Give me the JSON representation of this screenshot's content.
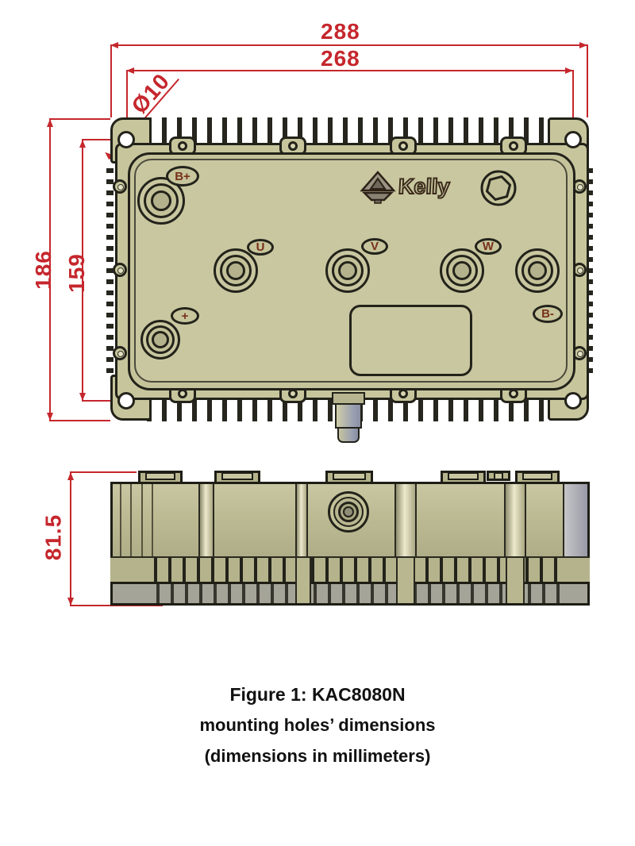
{
  "figure": {
    "caption": {
      "line1": "Figure 1: KAC8080N",
      "line2": "mounting holes’ dimensions",
      "line3": "(dimensions in millimeters)"
    }
  },
  "dimensions": {
    "outer_width_mm": "288",
    "hole_spacing_width_mm": "268",
    "hole_diameter": "Ø10",
    "outer_height_mm": "186",
    "hole_spacing_height_mm": "159",
    "side_height_mm": "81.5"
  },
  "controller": {
    "brand": "Kelly",
    "terminal_labels": {
      "b_plus": "B+",
      "aux_plus": "+",
      "phase_u": "U",
      "phase_v": "V",
      "phase_w": "W",
      "b_minus": "B-"
    }
  },
  "colors": {
    "dimension_red": "#c5272d",
    "body_khaki": "#c7c59c",
    "outline_dark": "#22221a",
    "base_grey": "#a5a499"
  }
}
